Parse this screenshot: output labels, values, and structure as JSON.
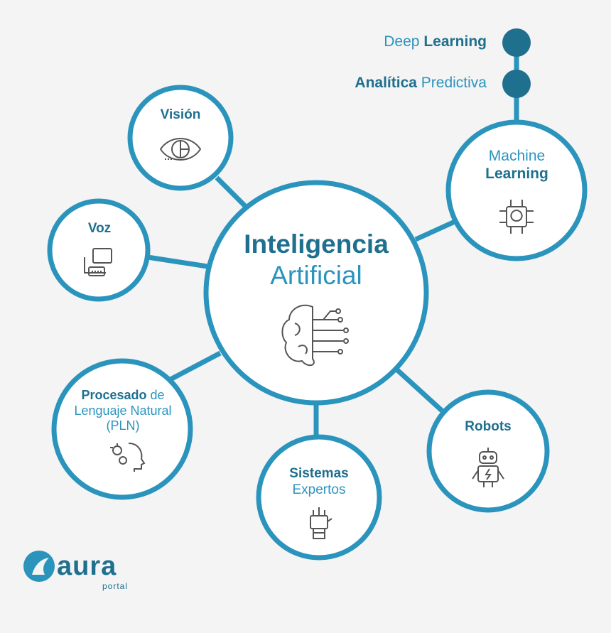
{
  "colors": {
    "accent": "#2b94bd",
    "dark_accent": "#1f6f8e",
    "node_fill": "#ffffff",
    "background": "#f4f4f4",
    "icon_stroke": "#555555"
  },
  "center": {
    "title_bold": "Inteligencia",
    "title_regular": "Artificial",
    "icon": "brain-circuit-icon"
  },
  "top_items": [
    {
      "regular_before": "Deep ",
      "bold": "Learning",
      "regular_after": ""
    },
    {
      "regular_before": "",
      "bold": "Analítica",
      "regular_after": " Predictiva"
    }
  ],
  "nodes": {
    "vision": {
      "bold": "Visión",
      "icon": "eye-icon"
    },
    "voz": {
      "bold": "Voz",
      "icon": "speech-bubble-icon"
    },
    "machine": {
      "regular": "Machine",
      "bold": "Learning",
      "icon": "brain-chip-icon"
    },
    "pln": {
      "bold": "Procesado",
      "regular1": " de",
      "line2": "Lenguaje Natural",
      "line3": "(PLN)",
      "icon": "head-gears-icon"
    },
    "sistemas": {
      "bold": "Sistemas",
      "regular": "Expertos",
      "icon": "robot-hand-icon"
    },
    "robots": {
      "bold": "Robots",
      "icon": "robot-icon"
    }
  },
  "logo": {
    "name": "aura",
    "sub": "portal"
  }
}
